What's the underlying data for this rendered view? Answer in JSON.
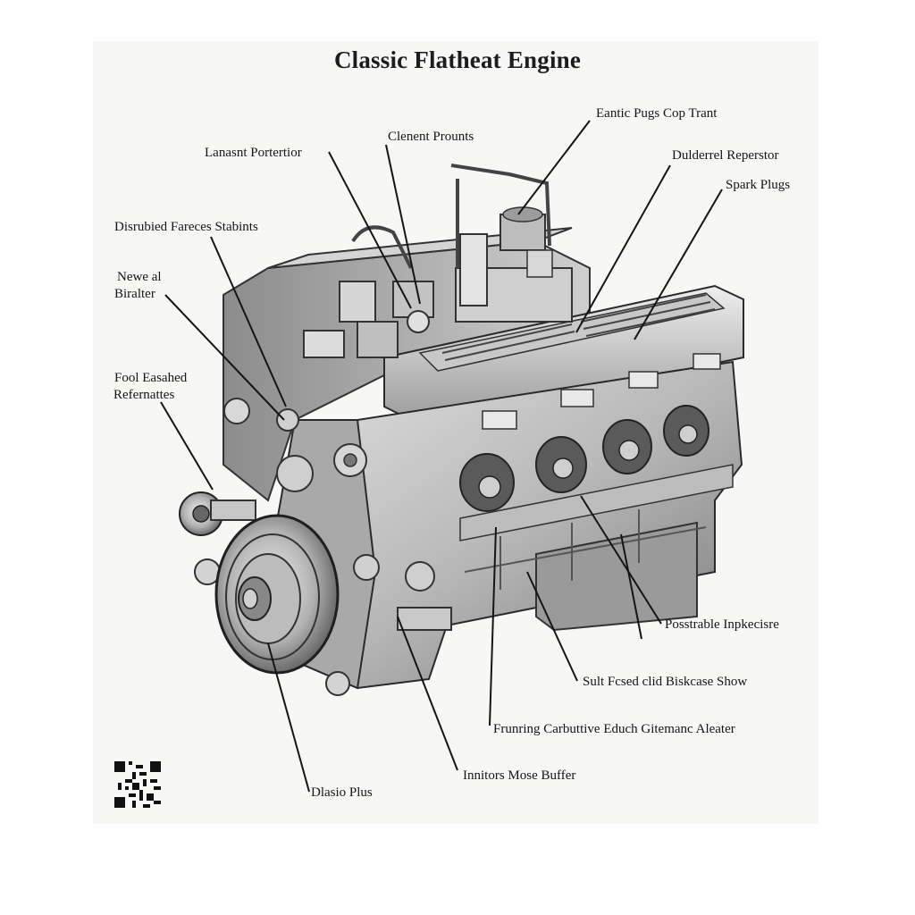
{
  "title": "Classic Flatheat Engine",
  "labels": {
    "top_right_1": "Eantic Pugs Cop Trant",
    "top_center": "Clenent Prounts",
    "top_left": "Lanasnt Portertior",
    "right_1": "Dulderrel Reperstor",
    "right_2": "Spark Plugs",
    "left_1": "Disrubied Fareces Stabints",
    "left_2_line1": "Newe al",
    "left_2_line2": "Biralter",
    "left_3_line1": "Fool Easahed",
    "left_3_line2": "Refernattes",
    "bottom_right_1": "Posstrable Inpkecisre",
    "bottom_right_2": "Sult Fcsed clid Biskcase Show",
    "bottom_right_3": "Frunring Carbuttive Educh Gitemanc Aleater",
    "bottom_center": "Innitors Mose Buffer",
    "bottom_left": "Dlasio Plus"
  },
  "colors": {
    "ink": "#151515",
    "engine_light": "#dcdcdc",
    "engine_mid": "#a8a8a8",
    "engine_dark": "#4a4a4a"
  }
}
